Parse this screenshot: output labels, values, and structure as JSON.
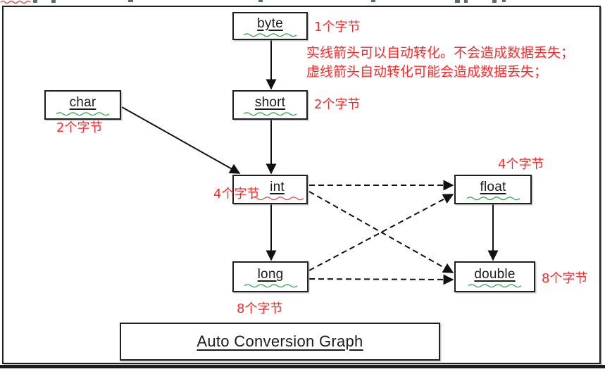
{
  "diagram": {
    "title": "Auto Conversion Graph",
    "legend_lines": [
      "实线箭头可以自动转化。不会造成数据丢失；",
      "虚线箭头自动转化可能会造成数据丢失；"
    ],
    "nodes": [
      {
        "id": "byte",
        "label": "byte",
        "size_label": "1个字节",
        "spellcheck_squiggle": "green"
      },
      {
        "id": "short",
        "label": "short",
        "size_label": "2个字节",
        "spellcheck_squiggle": "green"
      },
      {
        "id": "char",
        "label": "char",
        "size_label": "2个字节",
        "spellcheck_squiggle": "green"
      },
      {
        "id": "int",
        "label": "int",
        "size_label": "4个字节",
        "spellcheck_squiggle": "red"
      },
      {
        "id": "long",
        "label": "long",
        "size_label": "8个字节",
        "spellcheck_squiggle": "green"
      },
      {
        "id": "float",
        "label": "float",
        "size_label": "4个字节",
        "spellcheck_squiggle": "green"
      },
      {
        "id": "double",
        "label": "double",
        "size_label": "8个字节",
        "spellcheck_squiggle": "green"
      }
    ],
    "edges": [
      {
        "from": "byte",
        "to": "short",
        "style": "solid"
      },
      {
        "from": "short",
        "to": "int",
        "style": "solid"
      },
      {
        "from": "char",
        "to": "int",
        "style": "solid"
      },
      {
        "from": "int",
        "to": "long",
        "style": "solid"
      },
      {
        "from": "float",
        "to": "double",
        "style": "solid"
      },
      {
        "from": "int",
        "to": "float",
        "style": "dashed"
      },
      {
        "from": "int",
        "to": "double",
        "style": "dashed"
      },
      {
        "from": "long",
        "to": "float",
        "style": "dashed"
      },
      {
        "from": "long",
        "to": "double",
        "style": "dashed"
      }
    ],
    "colors": {
      "annotation_red": "#fb2a2a",
      "box_border": "#1f1f1f",
      "squiggle_green": "#33a852",
      "squiggle_red": "#d9534f"
    }
  }
}
